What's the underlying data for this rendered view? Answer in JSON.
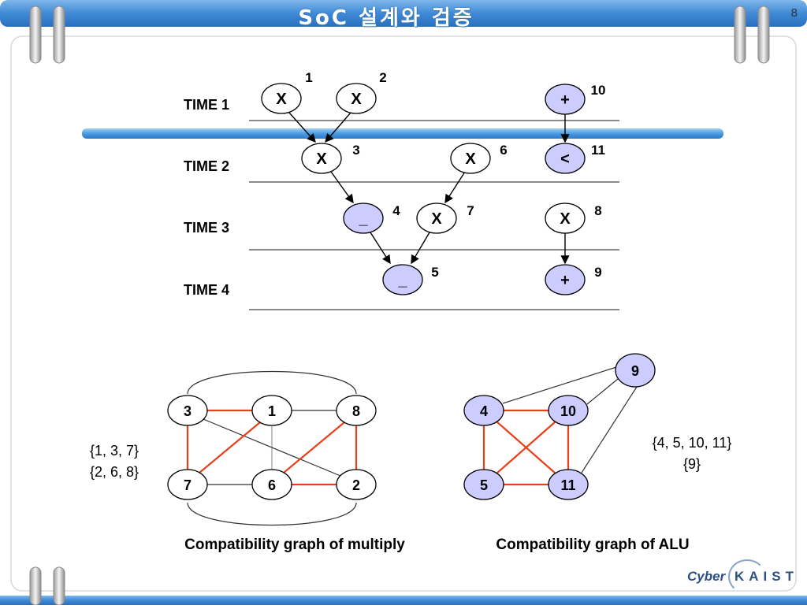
{
  "header": {
    "title": "SoC 설계와 검증",
    "page_number": "8"
  },
  "timeline": {
    "rows": [
      {
        "label": "TIME 1"
      },
      {
        "label": "TIME 2"
      },
      {
        "label": "TIME 3"
      },
      {
        "label": "TIME 4"
      }
    ]
  },
  "dfg": {
    "nodes": [
      {
        "id": "1",
        "symbol": "X",
        "alu": false
      },
      {
        "id": "2",
        "symbol": "X",
        "alu": false
      },
      {
        "id": "10",
        "symbol": "+",
        "alu": true
      },
      {
        "id": "3",
        "symbol": "X",
        "alu": false
      },
      {
        "id": "6",
        "symbol": "X",
        "alu": false
      },
      {
        "id": "11",
        "symbol": "<",
        "alu": true
      },
      {
        "id": "4",
        "symbol": "_",
        "alu": true
      },
      {
        "id": "7",
        "symbol": "X",
        "alu": false
      },
      {
        "id": "8",
        "symbol": "X",
        "alu": false
      },
      {
        "id": "5",
        "symbol": "_",
        "alu": true
      },
      {
        "id": "9",
        "symbol": "+",
        "alu": true
      }
    ]
  },
  "multiply_graph": {
    "nodes": [
      "3",
      "1",
      "8",
      "7",
      "6",
      "2"
    ],
    "sets": [
      "{1, 3, 7}",
      "{2, 6, 8}"
    ],
    "caption": "Compatibility graph of multiply"
  },
  "alu_graph": {
    "nodes": [
      "9",
      "4",
      "10",
      "5",
      "11"
    ],
    "sets": [
      "{4, 5, 10, 11}",
      "{9}"
    ],
    "caption": "Compatibility graph of ALU"
  },
  "logo": {
    "cyber": "Cyber",
    "kaist": "KAIST"
  },
  "colors": {
    "alu_fill": "#ccccff",
    "node_fill": "#ffffff",
    "compatible_edge": "#e8401a",
    "plain_edge": "#333333",
    "title_bar": "#4a90d9"
  }
}
